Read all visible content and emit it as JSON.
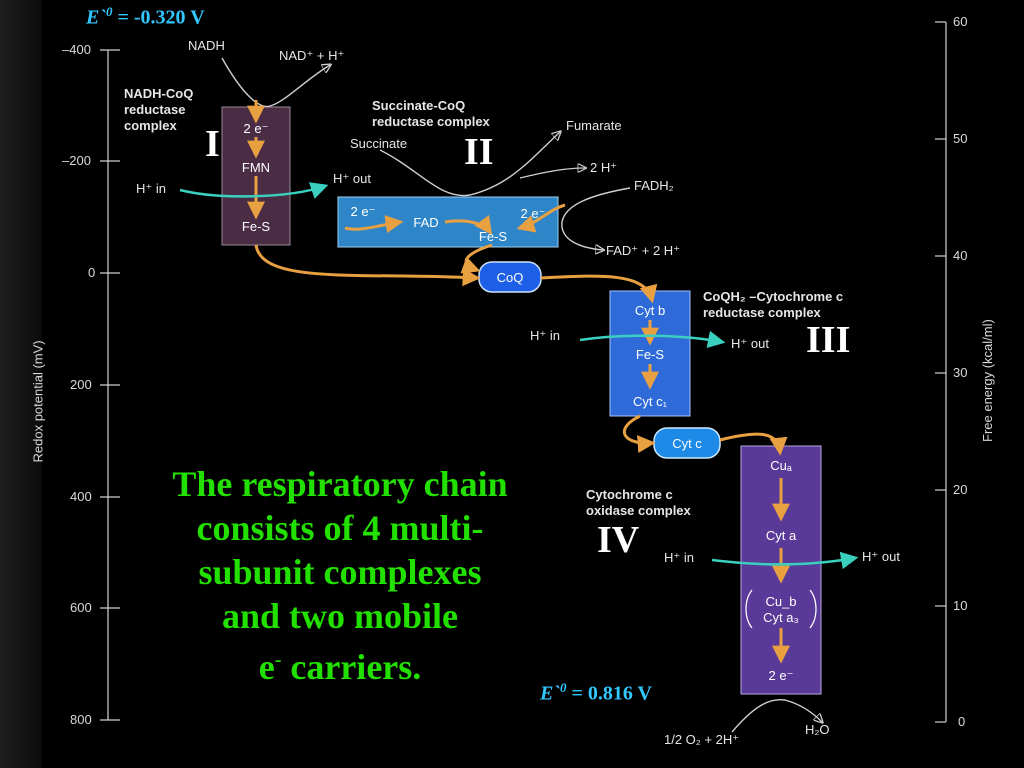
{
  "potentials": {
    "top_symbol": "E`",
    "top_sup": "0",
    "top_value": "= -0.320 V",
    "bottom_symbol": "E`",
    "bottom_sup": "0",
    "bottom_value": "= 0.816 V"
  },
  "left_axis": {
    "label": "Redox potential (mV)",
    "ticks": [
      "–400",
      "–200",
      "0",
      "200",
      "400",
      "600",
      "800"
    ]
  },
  "right_axis": {
    "label": "Free energy (kcal/ml)",
    "ticks": [
      "60",
      "50",
      "40",
      "30",
      "20",
      "10",
      "0"
    ]
  },
  "complex1": {
    "roman": "I",
    "name_line1": "NADH-CoQ",
    "name_line2": "reductase",
    "name_line3": "complex",
    "electrons": "2 e⁻",
    "fmn": "FMN",
    "fes": "Fe-S",
    "nadh": "NADH",
    "nad": "NAD⁺ + H⁺",
    "h_in": "H⁺ in",
    "h_out": "H⁺ out"
  },
  "complex2": {
    "roman": "II",
    "name_line1": "Succinate-CoQ",
    "name_line2": "reductase complex",
    "succinate": "Succinate",
    "fumarate": "Fumarate",
    "two_h": "2 H⁺",
    "fadh2": "FADH₂",
    "fad_out": "FAD⁺ + 2 H⁺",
    "e_left": "2 e⁻",
    "e_right": "2 e⁻",
    "fad": "FAD",
    "fes": "Fe-S"
  },
  "coq": {
    "label": "CoQ"
  },
  "complex3": {
    "roman": "III",
    "name_line1": "CoQH₂ –Cytochrome c",
    "name_line2": "reductase complex",
    "cyt_b": "Cyt b",
    "fes": "Fe-S",
    "cyt_c1": "Cyt c₁",
    "h_in": "H⁺ in",
    "h_out": "H⁺ out"
  },
  "cytc": {
    "label": "Cyt c"
  },
  "complex4": {
    "roman": "IV",
    "name_line1": "Cytochrome c",
    "name_line2": "oxidase complex",
    "cu_a": "Cuₐ",
    "cyt_a": "Cyt a",
    "cu_b": "Cu_b",
    "cyt_a3": "Cyt a₃",
    "electrons": "2 e⁻",
    "h_in": "H⁺ in",
    "h_out": "H⁺ out",
    "oxygen": "1/2 O₂ + 2H⁺",
    "water": "H₂O"
  },
  "caption": {
    "line1": "The respiratory chain",
    "line2": "consists of 4 multi-",
    "line3": "subunit complexes",
    "line4": "and two mobile",
    "line5_pre": "e",
    "line5_sup": "-",
    "line5_post": " carriers."
  },
  "colors": {
    "orange": "#e8a040",
    "teal": "#3ad0c0",
    "complex1_fill": "#4a2c44",
    "complex2_fill": "#2e86c8",
    "complex3_fill": "#2e6bd8",
    "complex4_fill": "#5a3a98",
    "caption": "#22e000",
    "potential": "#33c7ff"
  }
}
